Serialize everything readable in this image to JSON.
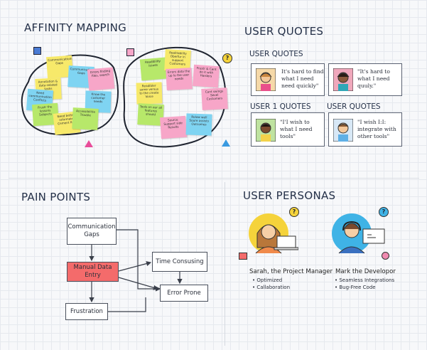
{
  "sections": {
    "affinity": "AFFINITY MAPPING",
    "user_quotes": "USER QUOTES",
    "pain_points": "PAIN POINTS",
    "user_personas": "USER PERSONAS"
  },
  "quotes": {
    "sub1": "USER QUOTES",
    "sub2": "USER 1 QUOTES",
    "sub3": "USER QUOTES",
    "q1": "It's hard to find what I need need quickly\"",
    "q2": "\"It's hard to what I need quuly.\"",
    "q3": "\"I'I wish to what I need tools\"",
    "q4": "\"I wish I:I: integrate with other tools\""
  },
  "notes_left": [
    {
      "text": "Communications Gaps",
      "color": "#f7e96a"
    },
    {
      "text": "Communication Gaps",
      "color": "#7fd4f2"
    },
    {
      "text": "Errors finding files, search",
      "color": "#f7a6c8"
    },
    {
      "text": "Annotation & data-related tasks",
      "color": "#f7e96a"
    },
    {
      "text": "Need communication Conflicts",
      "color": "#7fd4f2"
    },
    {
      "text": "Know the customer needs",
      "color": "#7fd4f2"
    },
    {
      "text": "Frustr the lessons Subjects",
      "color": "#b7e86a"
    },
    {
      "text": "Need better informate Cement fine",
      "color": "#f7e96a"
    },
    {
      "text": "Accessibilitie Trouble",
      "color": "#b7e86a"
    }
  ],
  "notes_right": [
    {
      "text": "Readibility issues",
      "color": "#b7e86a"
    },
    {
      "text": "Realitability Oberfur in support Customers",
      "color": "#f7e96a"
    },
    {
      "text": "Errors data the up lo the user needs",
      "color": "#f7a6c8"
    },
    {
      "text": "Frustr & Cant do it with Harders",
      "color": "#f7a6c8"
    },
    {
      "text": "Readibler some versus to the create Voice",
      "color": "#f7e96a"
    },
    {
      "text": "Tools on aur all features should",
      "color": "#b7e86a"
    },
    {
      "text": "Source Support side Results",
      "color": "#f7a6c8"
    },
    {
      "text": "Rolow well Soure assists Outcomes",
      "color": "#7fd4f2"
    },
    {
      "text": "Cant swings Sevel Customers",
      "color": "#f7a6c8"
    }
  ],
  "flow": {
    "comm": "Communication Gaps",
    "manual": "Manual Data Entry",
    "frus": "Frustration",
    "time": "Time Consusing",
    "error": "Error Prone"
  },
  "personas": {
    "p1_name": "Sarah, the Project Manager",
    "p1_b1": "Optimized",
    "p1_b2": "Callaboration",
    "p2_name": "Mark the Developor",
    "p2_b1": "Seamless Integrations",
    "p2_b2": "Bug-Free Code",
    "q_mark": "?"
  },
  "colors": {
    "accent_red": "#f46b6b",
    "yellow_badge": "#f5d33b",
    "blue_badge": "#3fb3e6"
  }
}
